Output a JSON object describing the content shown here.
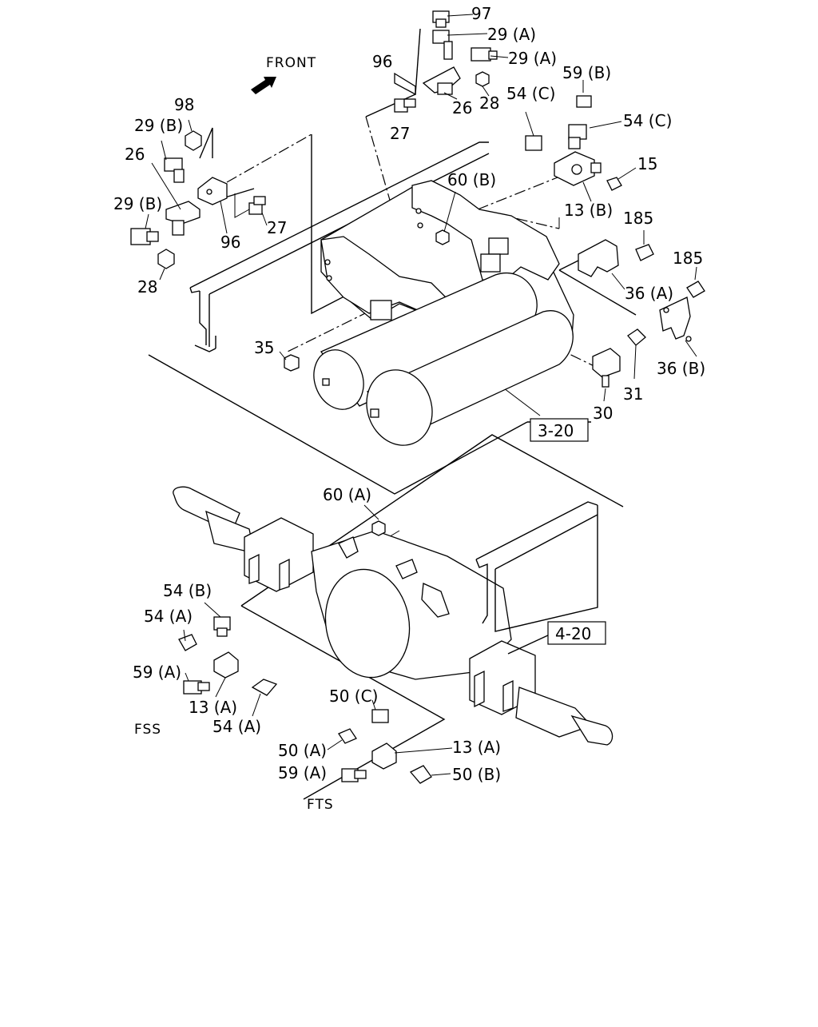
{
  "diagram": {
    "front_label": "FRONT",
    "section_refs": {
      "frame_tanks": "3-20",
      "axle": "4-20"
    },
    "variant_labels": {
      "fss": "FSS",
      "fts": "FTS"
    },
    "callouts": {
      "c97": "97",
      "c29a_1": "29 (A)",
      "c29a_2": "29 (A)",
      "c96_top": "96",
      "c26_top": "26",
      "c28_top": "28",
      "c27_top": "27",
      "c59b": "59 (B)",
      "c54c_1": "54 (C)",
      "c54c_2": "54 (C)",
      "c15": "15",
      "c13b": "13 (B)",
      "c60b": "60 (B)",
      "c185_1": "185",
      "c185_2": "185",
      "c36a": "36 (A)",
      "c36b": "36 (B)",
      "c31": "31",
      "c30": "30",
      "c35": "35",
      "c98": "98",
      "c29b_1": "29 (B)",
      "c26_left": "26",
      "c29b_2": "29 (B)",
      "c27_left": "27",
      "c96_left": "96",
      "c28_left": "28",
      "c60a": "60 (A)",
      "c54b": "54 (B)",
      "c54a_1": "54 (A)",
      "c59a_1": "59 (A)",
      "c13a_1": "13 (A)",
      "c54a_2": "54 (A)",
      "c50c": "50 (C)",
      "c50a": "50 (A)",
      "c13a_2": "13 (A)",
      "c59a_2": "59 (A)",
      "c50b": "50 (B)"
    }
  }
}
